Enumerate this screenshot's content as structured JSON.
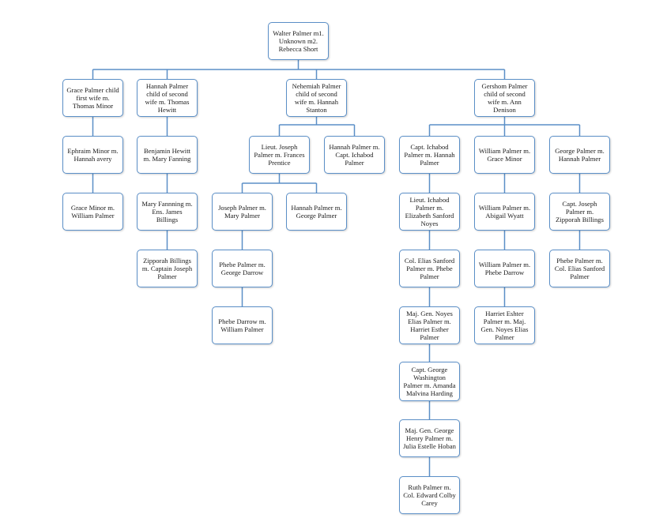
{
  "colors": {
    "line": "#5b8fc7",
    "box_border": "#5b8fc7",
    "text": "#1a1a1a"
  },
  "root": {
    "id": "walter",
    "label": "Walter Palmer m1. Unknown m2. Rebecca Short"
  },
  "nodes": [
    {
      "id": "walter",
      "label": "Walter Palmer m1. Unknown m2. Rebecca Short"
    },
    {
      "id": "grace",
      "label": "Grace Palmer child first wife m. Thomas Minor"
    },
    {
      "id": "hannah1",
      "label": "Hannah Palmer child of second wife m. Thomas Hewitt"
    },
    {
      "id": "nehemiah",
      "label": "Nehemiah Palmer child of second wife m. Hannah Stanton"
    },
    {
      "id": "gershom",
      "label": "Gershom Palmer child of second wife m. Ann Denison"
    },
    {
      "id": "ephraim",
      "label": "Ephraim Minor m. Hannah avery"
    },
    {
      "id": "benjamin",
      "label": "Benjamin Hewitt m. Mary Fanning"
    },
    {
      "id": "lieutjoseph",
      "label": "Lieut. Joseph Palmer m. Frances Prentice"
    },
    {
      "id": "hannah2",
      "label": "Hannah Palmer m. Capt. Ichabod Palmer"
    },
    {
      "id": "captichabod",
      "label": "Capt. Ichabod Palmer m. Hannah Palmer"
    },
    {
      "id": "william1",
      "label": "William Palmer m. Grace Minor"
    },
    {
      "id": "george1",
      "label": "George Palmer m. Hannah Palmer"
    },
    {
      "id": "graceminor",
      "label": "Grace Minor m. William Palmer"
    },
    {
      "id": "maryfanning",
      "label": "Mary Fannning m. Ens. James Billings"
    },
    {
      "id": "josephmary",
      "label": "Joseph Palmer m. Mary Palmer"
    },
    {
      "id": "hannah3",
      "label": "Hannah Palmer m. George Palmer"
    },
    {
      "id": "lieutichabod",
      "label": "Lieut. Ichabod Palmer m. Elizabeth Sanford Noyes"
    },
    {
      "id": "william2",
      "label": "William Palmer m. Abigail Wyatt"
    },
    {
      "id": "captjoseph",
      "label": "Capt. Joseph Palmer m. Zipporah Billings"
    },
    {
      "id": "zipporah",
      "label": "Zipporah Billings m. Captain Joseph Palmer"
    },
    {
      "id": "phebe1",
      "label": "Phebe Palmer m. George Darrow"
    },
    {
      "id": "colelias1",
      "label": "Col. Elias Sanford Palmer m. Phebe Palmer"
    },
    {
      "id": "william3",
      "label": "William Palmer m. Phebe Darrow"
    },
    {
      "id": "phebe2",
      "label": "Phebe Palmer m. Col. Elias Sanford Palmer"
    },
    {
      "id": "phebedarrow",
      "label": "Phebe Darrow m. William Palmer"
    },
    {
      "id": "majnoyes",
      "label": "Maj. Gen. Noyes Elias Palmer m. Harriet Esther Palmer"
    },
    {
      "id": "harriet",
      "label": "Harriet Eshter Palmer m. Maj. Gen. Noyes Elias Palmer"
    },
    {
      "id": "captgeorge",
      "label": "Capt. George Washington Palmer m. Amanda Malvina Harding"
    },
    {
      "id": "majgeorge",
      "label": "Maj. Gen. George Henry Palmer m. Julia Estelle Hoban"
    },
    {
      "id": "ruth",
      "label": "Ruth Palmer m. Col. Edward Colby Carey"
    }
  ],
  "edges": [
    [
      "walter",
      "grace"
    ],
    [
      "walter",
      "hannah1"
    ],
    [
      "walter",
      "nehemiah"
    ],
    [
      "walter",
      "gershom"
    ],
    [
      "grace",
      "ephraim"
    ],
    [
      "ephraim",
      "graceminor"
    ],
    [
      "hannah1",
      "benjamin"
    ],
    [
      "benjamin",
      "maryfanning"
    ],
    [
      "maryfanning",
      "zipporah"
    ],
    [
      "nehemiah",
      "lieutjoseph"
    ],
    [
      "nehemiah",
      "hannah2"
    ],
    [
      "lieutjoseph",
      "josephmary"
    ],
    [
      "lieutjoseph",
      "hannah3"
    ],
    [
      "josephmary",
      "phebe1"
    ],
    [
      "phebe1",
      "phebedarrow"
    ],
    [
      "gershom",
      "captichabod"
    ],
    [
      "gershom",
      "william1"
    ],
    [
      "gershom",
      "george1"
    ],
    [
      "captichabod",
      "lieutichabod"
    ],
    [
      "lieutichabod",
      "colelias1"
    ],
    [
      "colelias1",
      "majnoyes"
    ],
    [
      "majnoyes",
      "captgeorge"
    ],
    [
      "captgeorge",
      "majgeorge"
    ],
    [
      "majgeorge",
      "ruth"
    ],
    [
      "william1",
      "william2"
    ],
    [
      "william2",
      "william3"
    ],
    [
      "william3",
      "harriet"
    ],
    [
      "george1",
      "captjoseph"
    ],
    [
      "captjoseph",
      "phebe2"
    ]
  ]
}
